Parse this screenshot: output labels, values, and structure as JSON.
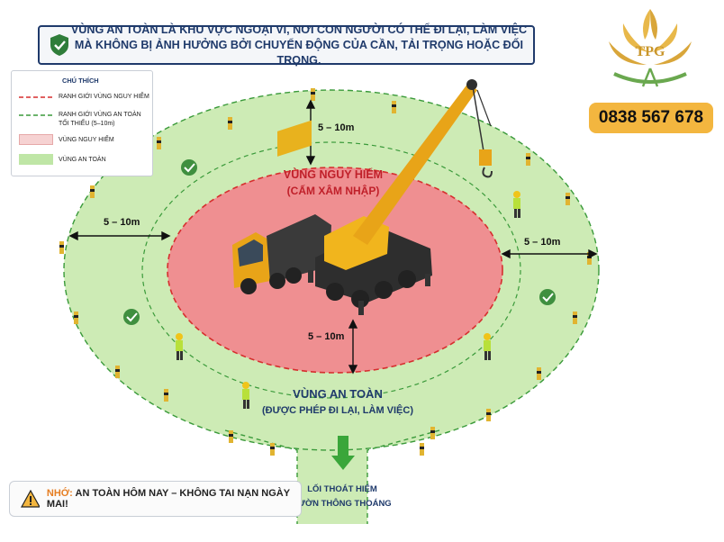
{
  "banner": {
    "line1": "VÙNG AN TOÀN LÀ KHU VỰC NGOẠI VI, NƠI CON NGƯỜI CÓ THỂ ĐI LẠI, LÀM VIỆC",
    "line2": "MÀ KHÔNG BỊ ẢNH HƯỞNG BỞI CHUYỂN ĐỘNG CỦA CẦN, TẢI TRỌNG HOẶC ĐỐI TRỌNG."
  },
  "legend": {
    "title": "CHÚ THÍCH",
    "items": [
      {
        "label": "RANH GIỚI VÙNG NGUY HIỂM"
      },
      {
        "label_1": "RANH GIỚI VÙNG AN TOÀN",
        "label_2": "TỐI THIỂU (5–10m)"
      },
      {
        "label": "VÙNG NGUY HIỂM"
      },
      {
        "label": "VÙNG AN TOÀN"
      }
    ]
  },
  "logo": {
    "text": "TPG"
  },
  "contact": {
    "phone": "0838 567 678"
  },
  "danger_zone": {
    "title": "VÙNG NGUY HIỂM",
    "subtitle": "(CẤM XÂM NHẬP)"
  },
  "safe_zone": {
    "title": "VÙNG AN TOÀN",
    "subtitle": "(ĐƯỢC PHÉP ĐI LẠI, LÀM VIỆC)"
  },
  "exit": {
    "line1": "LỐI THOÁT HIỂM",
    "line2": "LƯỜN THÔNG THOÁNG"
  },
  "distances": {
    "top": "5 – 10m",
    "left": "5 – 10m",
    "right": "5 – 10m",
    "bottom": "5 – 10m"
  },
  "warning": {
    "prefix": "NHỚ:",
    "text": "AN TOÀN HÔM NAY – KHÔNG TAI NẠN NGÀY MAI!"
  },
  "colors": {
    "navy": "#1f3a6b",
    "danger": "#ef8f91",
    "safe": "#cdebb5",
    "danger_line": "#d62e2e",
    "safe_line": "#3a9a3a",
    "accent": "#f3b63f"
  }
}
